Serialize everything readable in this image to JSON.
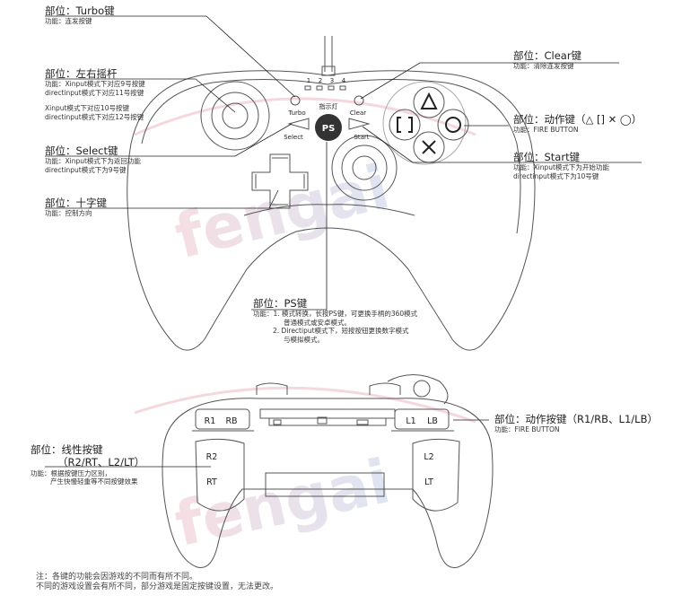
{
  "watermark": "fengai",
  "controller_top": {
    "indicator_label": "指示灯",
    "indicator_numbers": [
      "1",
      "2",
      "3",
      "4"
    ],
    "turbo_label": "Turbo",
    "clear_label": "Clear",
    "select_label": "Select",
    "start_label": "Start",
    "ps_label": "PS"
  },
  "controller_bottom": {
    "r1_label": "R1",
    "rb_label": "RB",
    "l1_label": "L1",
    "lb_label": "LB",
    "r2_label": "R2",
    "rt_label": "RT",
    "l2_label": "L2",
    "lt_label": "LT"
  },
  "callouts": {
    "turbo": {
      "title": "部位：Turbo键",
      "desc": [
        "功能：连发按键"
      ]
    },
    "sticks": {
      "title": "部位：左右摇杆",
      "desc": [
        "功能：Xinput模式下对应9号按键",
        "directinput模式下对应11号按键",
        "",
        "Xinput模式下对应10号按键",
        "directinput模式下对应12号按键"
      ]
    },
    "select": {
      "title": "部位：Select键",
      "desc": [
        "功能：Xinput模式下为返回功能",
        "directinput模式下为9号键"
      ]
    },
    "dpad": {
      "title": "部位：十字键",
      "desc": [
        "功能：控制方向"
      ]
    },
    "clear": {
      "title": "部位：Clear键",
      "desc": [
        "功能：清除连发按键"
      ]
    },
    "action": {
      "title": "部位：动作键（△ [] ✕ ◯）",
      "desc": [
        "功能：FIRE BUTTON"
      ]
    },
    "start": {
      "title": "部位：Start键",
      "desc": [
        "功能：Xinput模式下为开始功能",
        "directinput模式下为10号键"
      ]
    },
    "ps": {
      "title": "部位：PS键",
      "desc": [
        "功能：1. 模式转换，长按PS键，可更换手柄的360模式",
        "普通模式或安卓模式。",
        "2. Directiput模式下，短按按钮更换数字模式",
        "与模拟模式。"
      ]
    },
    "shoulder": {
      "title": "部位：动作按键（R1/RB、L1/LB）",
      "desc": [
        "功能：FIRE BUTTON"
      ]
    },
    "trigger": {
      "title": "部位：线性按键",
      "title2": "（R2/RT、L2/LT）",
      "desc": [
        "功能：根据按键压力区别，",
        "产生快慢轻重等不同按键效果"
      ]
    }
  },
  "footnote": [
    "注：各键的功能会因游戏的不同而有所不同。",
    "不同的游戏设置会有所不同，部分游戏是固定按键设置，无法更改。"
  ]
}
